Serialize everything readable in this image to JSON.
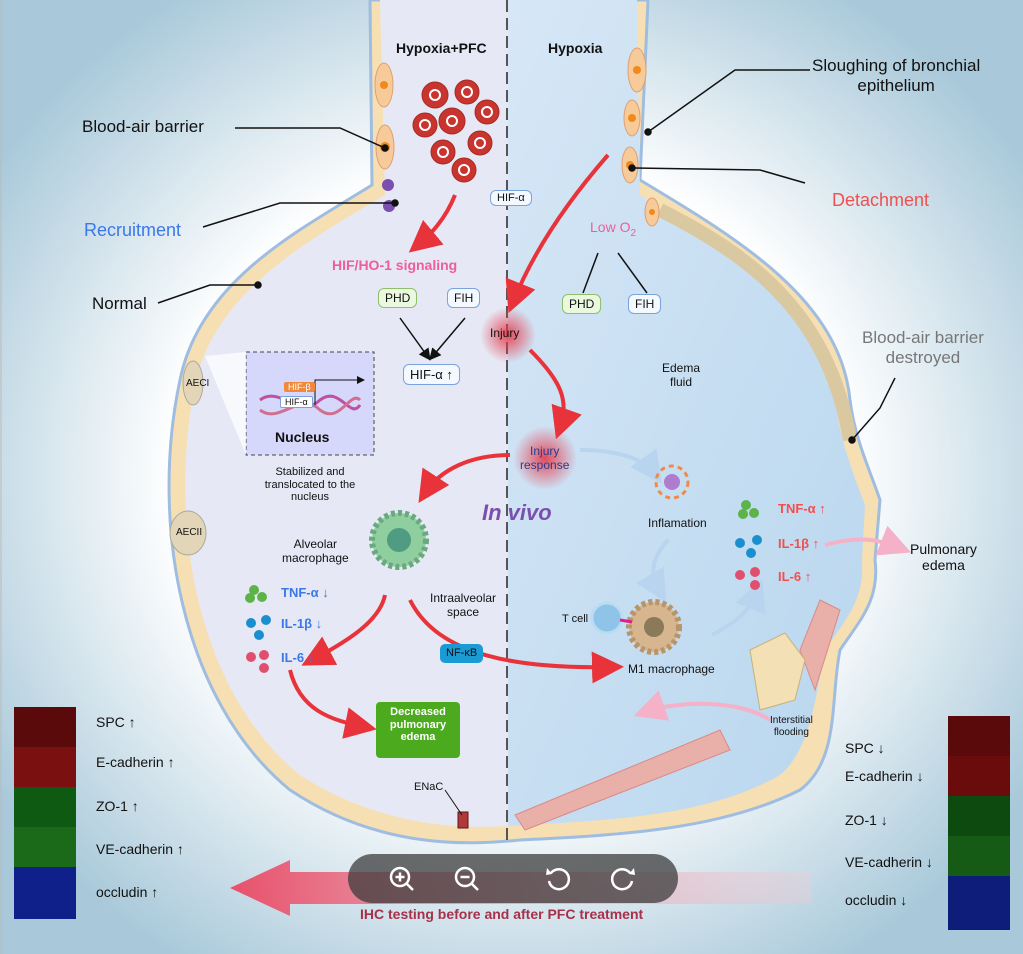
{
  "diagram": {
    "header_left": "Hypoxia+PFC",
    "header_right": "Hypoxia",
    "labels": {
      "sloughing": [
        "Sloughing of bronchial",
        "epithelium"
      ],
      "blood_air_barrier": "Blood-air barrier",
      "recruitment": "Recruitment",
      "detachment": "Detachment",
      "normal": "Normal",
      "barrier_destroyed": [
        "Blood-air barrier",
        "destroyed"
      ],
      "hif_alpha": "HIF-α",
      "hif_signaling": "HIF/HO-1 signaling",
      "low_o2": "Low O",
      "low_o2_sub": "2",
      "phd": "PHD",
      "fih": "FIH",
      "injury": "Injury",
      "hif_alpha_up": "HIF-α ↑",
      "edema_fluid": [
        "Edema",
        "fluid"
      ],
      "aeci": "AECI",
      "aecii": "AECII",
      "hif_beta": "HIF-β",
      "nucleus": "Nucleus",
      "stabilized": [
        "Stabilized and",
        "translocated to the",
        "nucleus"
      ],
      "injury_response": [
        "Injury",
        "response"
      ],
      "in_vivo": "In vivo",
      "inflamation": "Inflamation",
      "alveolar_macrophage": [
        "Alveolar",
        "macrophage"
      ],
      "intraalveolar_space": [
        "Intraalveolar",
        "space"
      ],
      "t_cell": "T cell",
      "nfkb": "NF-κB",
      "m1_macrophage": "M1 macrophage",
      "interstitial_flooding": [
        "Interstitial",
        "flooding"
      ],
      "decreased_edema": [
        "Decreased",
        "pulmonary",
        "edema"
      ],
      "enac": "ENaC",
      "pulmonary_edema": [
        "Pulmonary",
        "edema"
      ],
      "ihc_arrow": "IHC testing before and after PFC treatment"
    },
    "cytokines_left": [
      "TNF-α ↓",
      "IL-1β ↓",
      "IL-6 ↓"
    ],
    "cytokines_right": [
      "TNF-α ↑",
      "IL-1β ↑",
      "IL-6 ↑"
    ],
    "markers_left": [
      "SPC ↑",
      "E-cadherin ↑",
      "ZO-1 ↑",
      "VE-cadherin ↑",
      "occludin ↑"
    ],
    "markers_right": [
      "SPC ↓",
      "E-cadherin ↓",
      "ZO-1 ↓",
      "VE-cadherin ↓",
      "occludin ↓"
    ],
    "colors": {
      "blue_text": "#3b78e7",
      "red_text": "#f0504f",
      "pink_text": "#ee5d9c",
      "purple_text": "#7b4fae",
      "green_box": "#4caa1e"
    }
  },
  "viewer_toolbar": {
    "icons": [
      "zoom-in-icon",
      "zoom-out-icon",
      "rotate-left-icon",
      "rotate-right-icon"
    ]
  }
}
